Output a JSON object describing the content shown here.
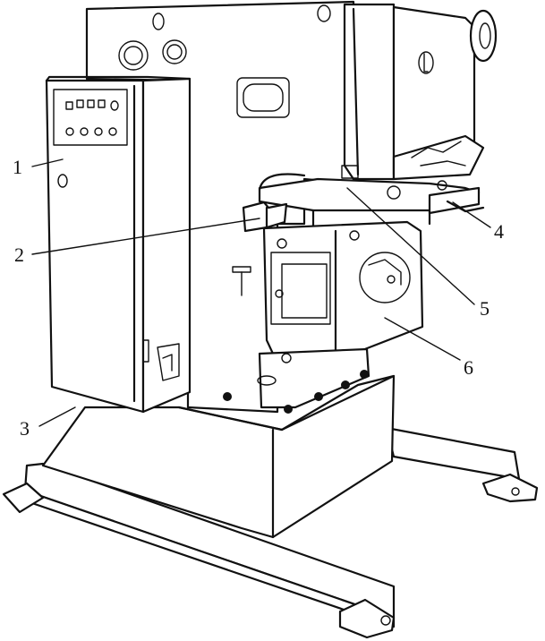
{
  "callouts": [
    {
      "id": "1",
      "text": "1"
    },
    {
      "id": "2",
      "text": "2"
    },
    {
      "id": "3",
      "text": "3"
    },
    {
      "id": "4",
      "text": "4"
    },
    {
      "id": "5",
      "text": "5"
    },
    {
      "id": "6",
      "text": "6"
    }
  ],
  "colors": {
    "line": "#111111",
    "background": "#ffffff"
  }
}
